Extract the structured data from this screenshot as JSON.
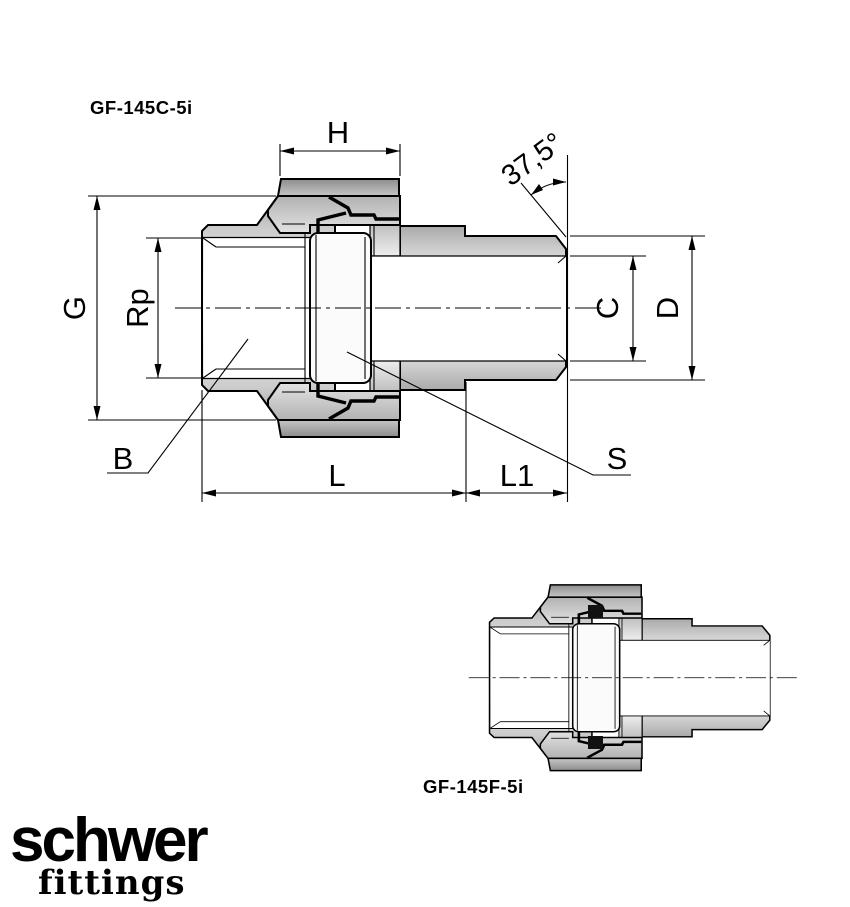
{
  "figures": {
    "main": {
      "label": "GF-145C-5i"
    },
    "small": {
      "label": "GF-145F-5i"
    }
  },
  "dimensions": {
    "h": "H",
    "angle": "37,5°",
    "g": "G",
    "rp": "Rp",
    "c": "C",
    "d": "D",
    "b": "B",
    "s": "S",
    "l": "L",
    "l1": "L1"
  },
  "logo": {
    "brand": "schwer",
    "sub": "fittings",
    "color": "#a69d95"
  },
  "drawing": {
    "line_color": "#000000",
    "metal_dark": "#8d8d8d",
    "metal_mid": "#cdcdcd",
    "metal_light": "#f2f2f2",
    "seal_color": "#111111",
    "background": "#ffffff"
  }
}
